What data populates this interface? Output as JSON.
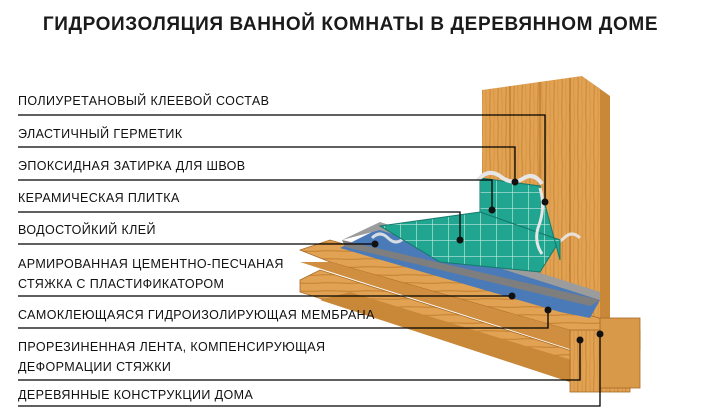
{
  "title": "ГИДРОИЗОЛЯЦИЯ ВАННОЙ КОМНАТЫ В ДЕРЕВЯННОМ ДОМЕ",
  "labels": [
    "ПОЛИУРЕТАНОВЫЙ КЛЕЕВОЙ СОСТАВ",
    "ЭЛАСТИЧНЫЙ ГЕРМЕТИК",
    "ЭПОКСИДНАЯ ЗАТИРКА ДЛЯ ШВОВ",
    "КЕРАМИЧЕСКАЯ ПЛИТКА",
    "ВОДОСТОЙКИЙ КЛЕЙ",
    "АРМИРОВАННАЯ ЦЕМЕНТНО-ПЕСЧАНАЯ",
    "СТЯЖКА С ПЛАСТИФИКАТОРОМ",
    "САМОКЛЕЮЩАЯСЯ ГИДРОИЗОЛИРУЮЩАЯ МЕМБРАНА",
    "ПРОРЕЗИНЕННАЯ ЛЕНТА, КОМПЕНСИРУЮЩАЯ",
    "ДЕФОРМАЦИИ СТЯЖКИ",
    "ДЕРЕВЯННЫЕ КОНСТРУКЦИИ ДОМА"
  ],
  "colors": {
    "wood": "#e0a050",
    "wood_dark": "#b8762e",
    "tile": "#1e9e8c",
    "tile_dark": "#147a6c",
    "screed": "#9a9a9a",
    "membrane": "#3a6aa8",
    "leader": "#000000"
  }
}
